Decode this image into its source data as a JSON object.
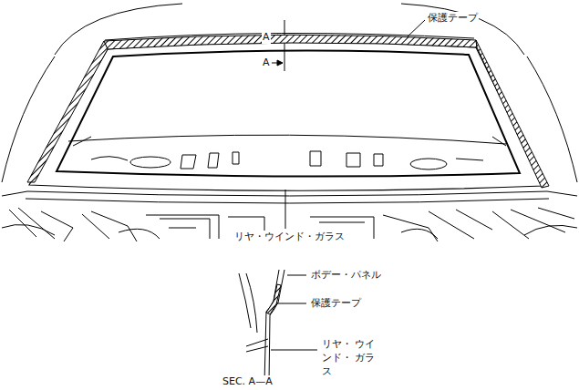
{
  "diagram": {
    "labels": [
      "保護テープ",
      "A",
      "A",
      "リヤ・ウインド・ガラス",
      "ボデー・パネル",
      "保護テープ",
      "リヤ・ ウインド・ ガラス",
      "SEC. A—A"
    ]
  }
}
